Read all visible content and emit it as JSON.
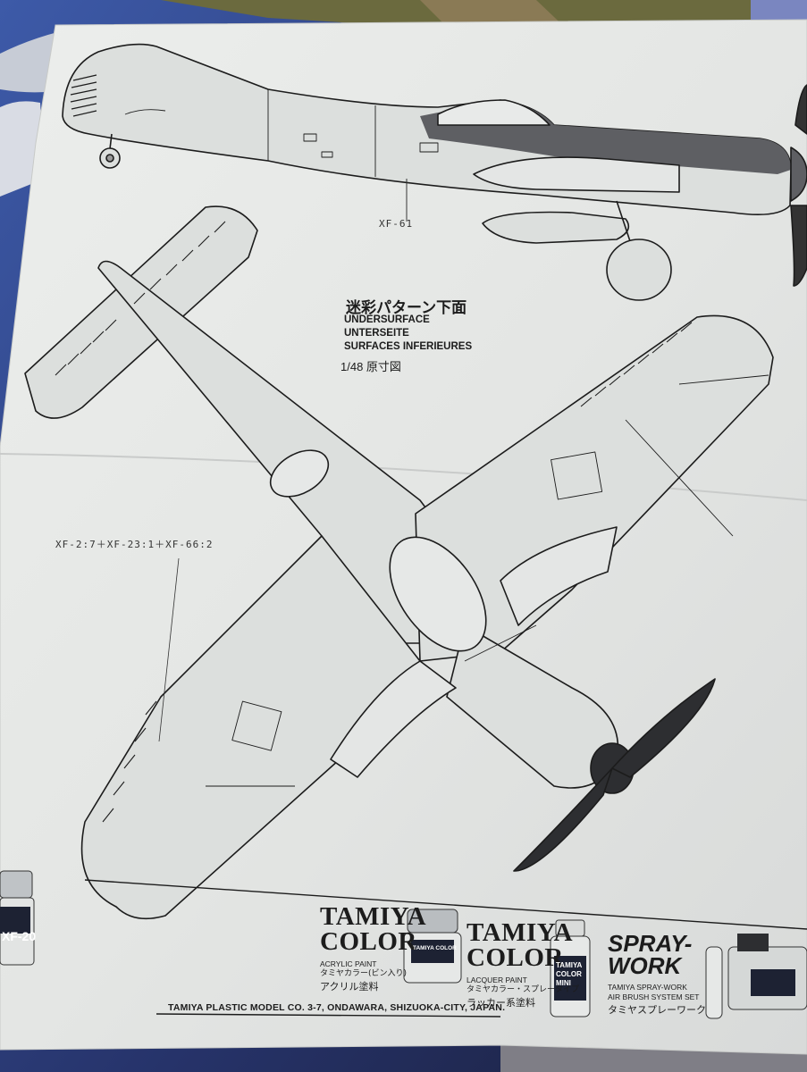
{
  "diagram": {
    "side_view_color": "XF-61",
    "title_jp": "迷彩パターン下面",
    "title_en": "UNDERSURFACE",
    "title_de": "UNTERSEITE",
    "title_fr": "SURFACES INFERIEURES",
    "scale_note": "1/48 原寸図",
    "mix_formula": "XF-2:7＋XF-23:1＋XF-66:2"
  },
  "products": [
    {
      "brand": [
        "TAMIYA",
        "COLOR"
      ],
      "type_en": "ACRYLIC PAINT",
      "type_jp_small": "タミヤカラー(ビン入り)",
      "type_jp": "アクリル塗料"
    },
    {
      "brand": [
        "TAMIYA",
        "COLOR"
      ],
      "type_en": "LACQUER PAINT",
      "type_jp_small": "タミヤカラー・スプレータイプ",
      "type_jp": "ラッカー系塗料"
    },
    {
      "brand": [
        "SPRAY-",
        "WORK"
      ],
      "type_en": "TAMIYA SPRAY-WORK",
      "type_en2": "AIR BRUSH SYSTEM SET",
      "type_jp": "タミヤスプレーワーク"
    }
  ],
  "jars": {
    "left_jar_label": "XF-20",
    "jar_brand": "TAMIYA COLOR",
    "can_label_1": "TAMIYA",
    "can_label_2": "COLOR",
    "can_label_3": "MINI"
  },
  "footer": {
    "address": "TAMIYA PLASTIC MODEL CO. 3-7, ONDAWARA, SHIZUOKA-CITY, JAPAN."
  },
  "colors": {
    "paper": "#e6e8e6",
    "ink": "#1c1c1c",
    "aircraft_fill": "#dcdfdd",
    "upper_camo": "#5e5f63",
    "backdrop": "#2a2f45"
  }
}
